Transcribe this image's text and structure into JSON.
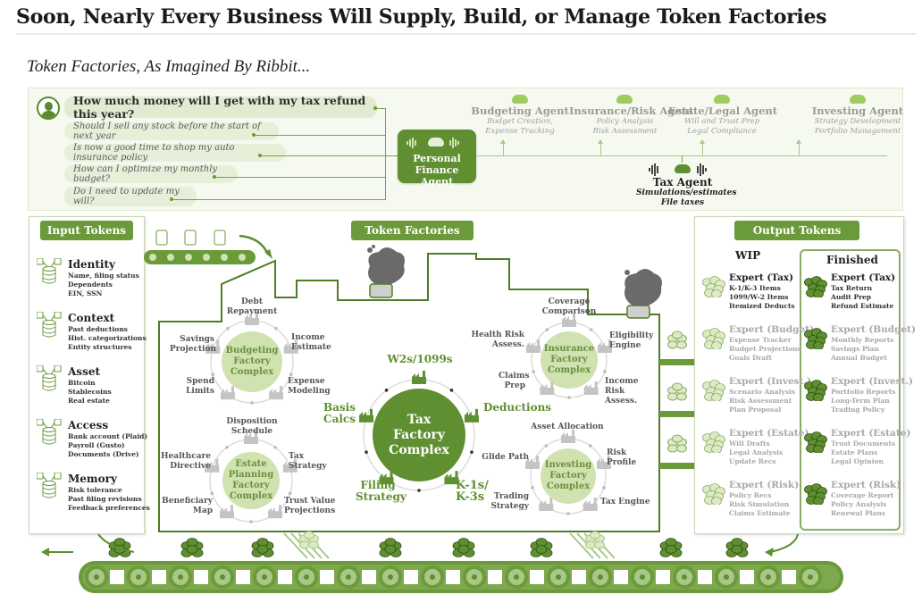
{
  "header": {
    "title": "Soon, Nearly Every Business Will Supply, Build, or Manage Token Factories",
    "subtitle": "Token Factories, As Imagined By Ribbit..."
  },
  "colors": {
    "primary_green": "#5f8f30",
    "light_green": "#cfe2b0",
    "panel_bg": "#f6f9ef",
    "muted_gray": "#a0a0a0",
    "smoke_gray": "#666666"
  },
  "questions": [
    {
      "text": "How much money will I get with my tax refund this year?",
      "primary": true
    },
    {
      "text": "Should I sell any stock before the start of next year",
      "primary": false
    },
    {
      "text": "Is now a good time to shop my auto insurance policy",
      "primary": false
    },
    {
      "text": "How can I optimize my monthly budget?",
      "primary": false
    },
    {
      "text": "Do I need to update my will?",
      "primary": false
    }
  ],
  "personal_finance_agent": {
    "line1": "Personal",
    "line2": "Finance Agent"
  },
  "agents": [
    {
      "name": "Budgeting Agent",
      "desc1": "Budget Creation,",
      "desc2": "Expense Tracking",
      "active": false
    },
    {
      "name": "Insurance/Risk Agent",
      "desc1": "Policy Analysis",
      "desc2": "Risk Assessment",
      "active": false
    },
    {
      "name": "Estate/Legal Agent",
      "desc1": "Will and Trust Prep",
      "desc2": "Legal Compliance",
      "active": false
    },
    {
      "name": "Investing Agent",
      "desc1": "Strategy Development",
      "desc2": "Portfolio Management",
      "active": false
    }
  ],
  "tax_agent": {
    "name": "Tax Agent",
    "desc1": "Simulations/estimates",
    "desc2": "File taxes",
    "active": true
  },
  "input_tokens": {
    "title": "Input Tokens",
    "items": [
      {
        "title": "Identity",
        "lines": [
          "Name, filing status",
          "Dependents",
          "EIN, SSN"
        ]
      },
      {
        "title": "Context",
        "lines": [
          "Past deductions",
          "Hist. categorizations",
          "Entity structures"
        ]
      },
      {
        "title": "Asset",
        "lines": [
          "Bitcoin",
          "Stablecoins",
          "Real estate"
        ]
      },
      {
        "title": "Access",
        "lines": [
          "Bank account (Plaid)",
          "Payroll (Gusto)",
          "Documents (Drive)"
        ]
      },
      {
        "title": "Memory",
        "lines": [
          "Risk tolerance",
          "Past filing revisions",
          "Feedback preferences"
        ]
      }
    ]
  },
  "token_factories": {
    "title": "Token Factories",
    "budgeting": {
      "center": [
        "Budgeting",
        "Factory",
        "Complex"
      ],
      "nodes": [
        "Debt Repayment",
        "Income Estimate",
        "Expense Modeling",
        "Spend Limits",
        "Savings Projection"
      ]
    },
    "estate": {
      "center": [
        "Estate",
        "Planning",
        "Factory",
        "Complex"
      ],
      "nodes": [
        "Disposition Schedule",
        "Tax Strategy",
        "Trust Value Projections",
        "Beneficiary Map",
        "Healthcare Directive"
      ]
    },
    "tax": {
      "center": [
        "Tax",
        "Factory",
        "Complex"
      ],
      "nodes": [
        "W2s/1099s",
        "Deductions",
        "K-1s/ K-3s",
        "Filing Strategy",
        "Basis Calcs"
      ]
    },
    "insurance": {
      "center": [
        "Insurance",
        "Factory",
        "Complex"
      ],
      "nodes": [
        "Coverage Comparison",
        "Eligibility Engine",
        "Income Risk Assess.",
        "Claims Prep",
        "Health Risk Assess."
      ]
    },
    "investing": {
      "center": [
        "Investing",
        "Factory",
        "Complex"
      ],
      "nodes": [
        "Asset Allocation",
        "Risk Profile",
        "Tax Engine",
        "Trading Strategy",
        "Glide Path"
      ]
    }
  },
  "output_tokens": {
    "title": "Output Tokens",
    "wip_label": "WIP",
    "finished_label": "Finished",
    "wip": [
      {
        "title": "Expert (Tax)",
        "lines": [
          "K-1/K-3 Items",
          "1099/W-2 Items",
          "Itemized Deducts"
        ],
        "active": true
      },
      {
        "title": "Expert (Budget)",
        "lines": [
          "Expense Tracker",
          "Budget Projections",
          "Goals Draft"
        ],
        "active": false
      },
      {
        "title": "Expert (Invest.)",
        "lines": [
          "Scenario Analysis",
          "Risk Assessment",
          "Plan Proposal"
        ],
        "active": false
      },
      {
        "title": "Expert (Estate)",
        "lines": [
          "Will Drafts",
          "Legal Analysis",
          "Update Recs"
        ],
        "active": false
      },
      {
        "title": "Expert (Risk)",
        "lines": [
          "Policy Recs",
          "Risk Simulation",
          "Claims Estimate"
        ],
        "active": false
      }
    ],
    "finished": [
      {
        "title": "Expert (Tax)",
        "lines": [
          "Tax Return",
          "Audit Prep",
          "Refund Estimate"
        ],
        "active": true
      },
      {
        "title": "Expert (Budget)",
        "lines": [
          "Monthly Reports",
          "Savings Plan",
          "Annual Budget"
        ],
        "active": false
      },
      {
        "title": "Expert (Invest.)",
        "lines": [
          "Portfolio Reports",
          "Long-Term Plan",
          "Trading Policy"
        ],
        "active": false
      },
      {
        "title": "Expert (Estate)",
        "lines": [
          "Trust Documents",
          "Estate Plans",
          "Legal Opinion"
        ],
        "active": false
      },
      {
        "title": "Expert (Risk)",
        "lines": [
          "Coverage Report",
          "Policy Analysis",
          "Renewal Plans"
        ],
        "active": false
      }
    ]
  }
}
